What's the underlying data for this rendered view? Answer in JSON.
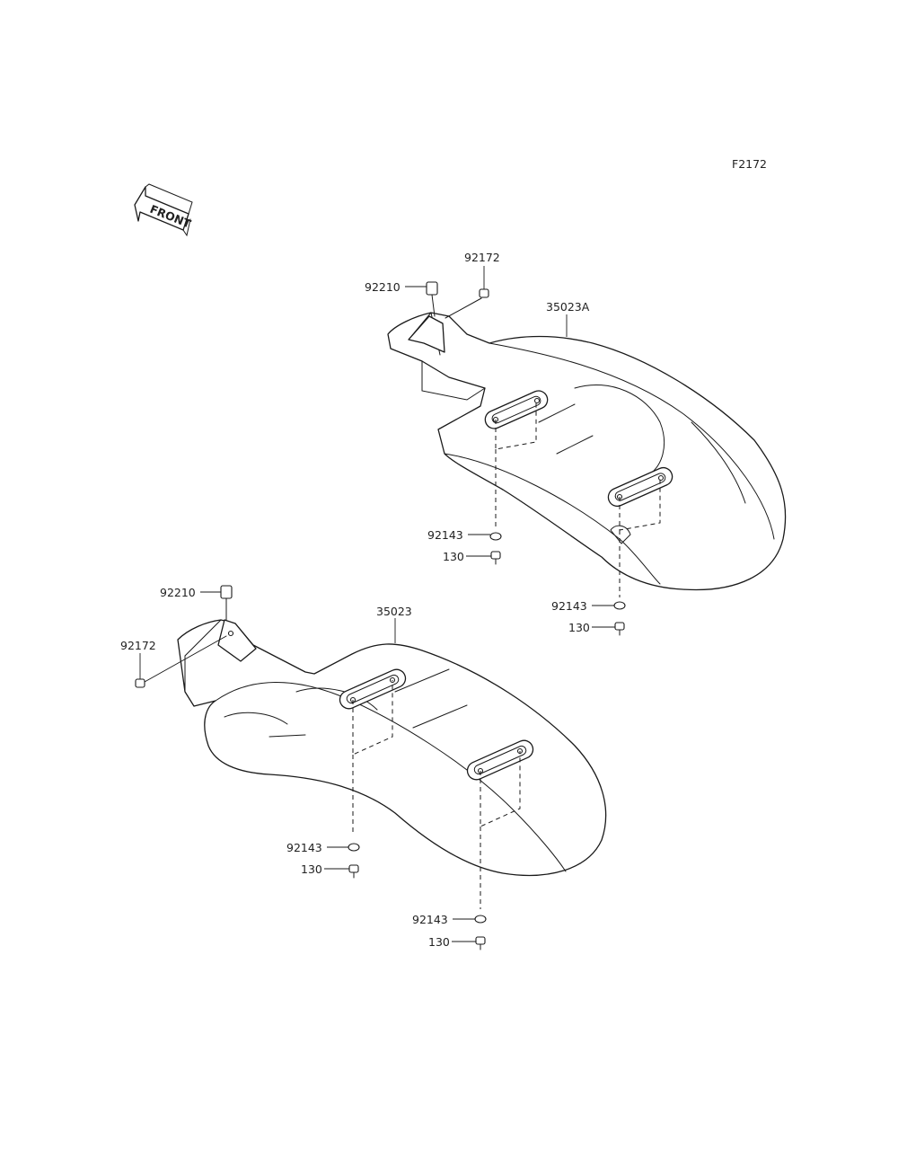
{
  "figure_code": "F2172",
  "front_marker": "FRONT",
  "upper_assembly": {
    "fender_part": "35023A",
    "clip_part": "92210",
    "screw_part": "92172",
    "fasteners": [
      {
        "washer_part": "92143",
        "bolt_part": "130"
      },
      {
        "washer_part": "92143",
        "bolt_part": "130"
      }
    ]
  },
  "lower_assembly": {
    "fender_part": "35023",
    "clip_part": "92210",
    "screw_part": "92172",
    "fasteners": [
      {
        "washer_part": "92143",
        "bolt_part": "130"
      },
      {
        "washer_part": "92143",
        "bolt_part": "130"
      }
    ]
  }
}
